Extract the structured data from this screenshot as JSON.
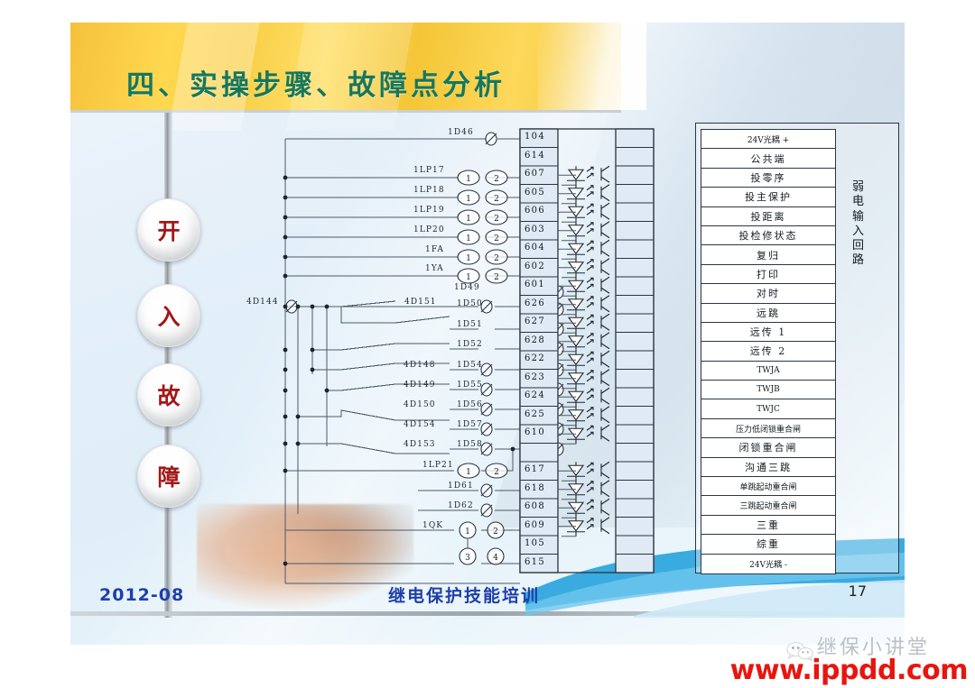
{
  "slide": {
    "title": "四、实操步骤、故障点分析",
    "page_number": "17",
    "footer_date": "2012-08",
    "footer_title": "继电保护技能培训",
    "accent_yellow": "#f6c13c",
    "title_color": "#17775c",
    "footer_color": "#1f3fa8"
  },
  "steps": [
    {
      "label": "开"
    },
    {
      "label": "入"
    },
    {
      "label": "故"
    },
    {
      "label": "障"
    }
  ],
  "diagram": {
    "left_labels": [
      {
        "text": "1D46"
      },
      {
        "text": "1LP17"
      },
      {
        "text": "1LP18"
      },
      {
        "text": "1LP19"
      },
      {
        "text": "1LP20"
      },
      {
        "text": "1FA"
      },
      {
        "text": "1YA"
      },
      {
        "text": "1D49"
      },
      {
        "text": "4D144"
      },
      {
        "text": "4D151"
      },
      {
        "text": "1D50"
      },
      {
        "text": "1D51"
      },
      {
        "text": "1D52"
      },
      {
        "text": "4D148"
      },
      {
        "text": "1D54"
      },
      {
        "text": "4D149"
      },
      {
        "text": "1D55"
      },
      {
        "text": "4D150"
      },
      {
        "text": "1D56"
      },
      {
        "text": "4D154"
      },
      {
        "text": "1D57"
      },
      {
        "text": "4D153"
      },
      {
        "text": "1D58"
      },
      {
        "text": "1LP21"
      },
      {
        "text": "1D61"
      },
      {
        "text": "1D62"
      },
      {
        "text": "1QK"
      }
    ],
    "terminal_numbers": [
      "104",
      "614",
      "607",
      "605",
      "606",
      "603",
      "604",
      "602",
      "601",
      "626",
      "627",
      "628",
      "622",
      "623",
      "624",
      "625",
      "610",
      "",
      "617",
      "618",
      "608",
      "609",
      "105",
      "615"
    ],
    "contact_pin_numbers": [
      "1",
      "2",
      "3",
      "4"
    ],
    "signal_names": [
      {
        "text": "24V光耦 +",
        "style": "small"
      },
      {
        "text": "公共端",
        "style": "cjk"
      },
      {
        "text": "投零序",
        "style": "cjk"
      },
      {
        "text": "投主保护",
        "style": "cjk"
      },
      {
        "text": "投距离",
        "style": "cjk"
      },
      {
        "text": "投检修状态",
        "style": "cjk"
      },
      {
        "text": "复归",
        "style": "cjk"
      },
      {
        "text": "打印",
        "style": "cjk"
      },
      {
        "text": "对时",
        "style": "cjk"
      },
      {
        "text": "远跳",
        "style": "cjk"
      },
      {
        "text": "远传 1",
        "style": "cjk"
      },
      {
        "text": "远传 2",
        "style": "cjk"
      },
      {
        "text": "TWJA",
        "style": "small"
      },
      {
        "text": "TWJB",
        "style": "small"
      },
      {
        "text": "TWJC",
        "style": "small"
      },
      {
        "text": "压力低闭锁重合闸",
        "style": "small"
      },
      {
        "text": "闭锁重合闸",
        "style": "cjk"
      },
      {
        "text": "沟通三跳",
        "style": "cjk"
      },
      {
        "text": "单跳起动重合闸",
        "style": "small"
      },
      {
        "text": "三跳起动重合闸",
        "style": "small"
      },
      {
        "text": "三重",
        "style": "cjk"
      },
      {
        "text": "综重",
        "style": "cjk"
      },
      {
        "text": "24V光耦 -",
        "style": "small"
      }
    ],
    "side_caption": "弱电输入回路"
  },
  "branding": {
    "wechat_name": "继保小讲堂",
    "url": "www.ippdd.com",
    "url_color": "#e8150f"
  }
}
